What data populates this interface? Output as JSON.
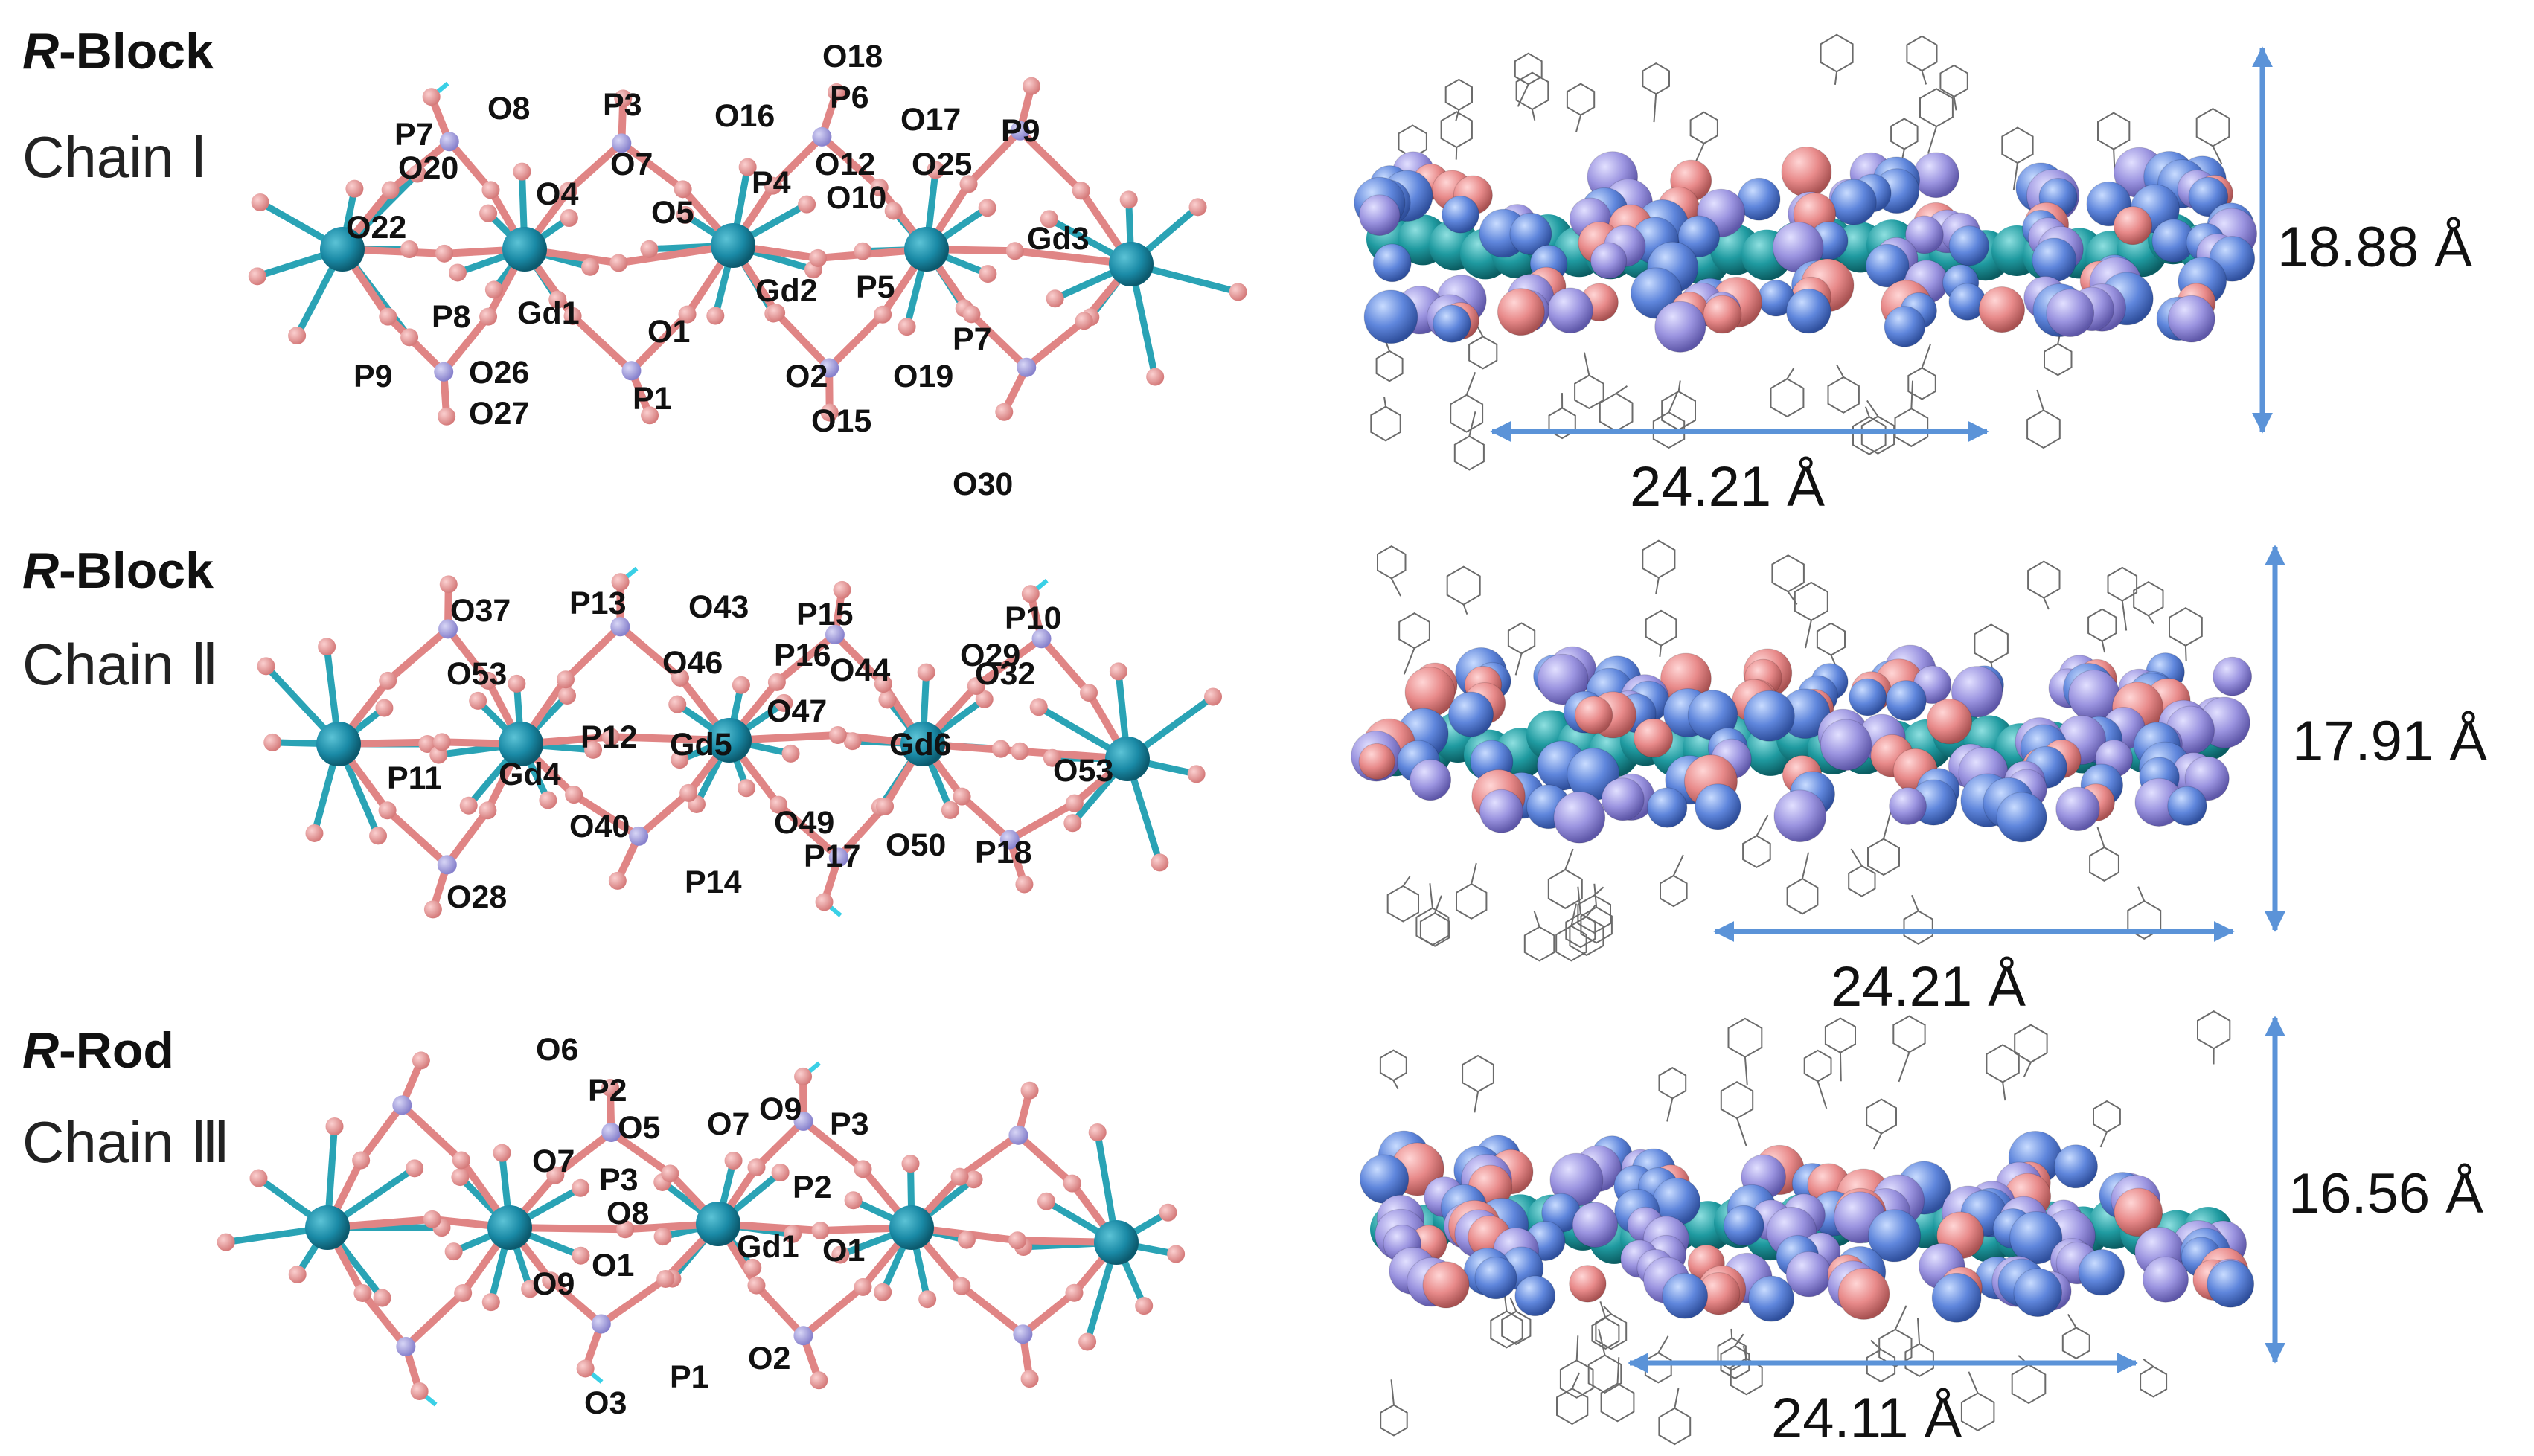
{
  "colors": {
    "gd": "#1a8aa6",
    "oxygen": "#e89a9a",
    "phosphorus": "#a7a3de",
    "hydrogen": "#3ad0e6",
    "bond_o": "#e08585",
    "sphere_pink": "#e88a8a",
    "sphere_violet": "#9b94e0",
    "sphere_blue": "#5f86dc",
    "sphere_teal": "#1f9aa0",
    "arrow": "#5b93d8",
    "wire": "#6b6b6b"
  },
  "panels": [
    {
      "title_prefix": "R",
      "title_suffix": "-Block",
      "subtitle": "Chain Ⅰ",
      "width_label": "24.21 Å",
      "height_label": "18.88 Å",
      "labels": [
        "P7",
        "O8",
        "P3",
        "O16",
        "O18",
        "P6",
        "O17",
        "P9",
        "O20",
        "O7",
        "O12",
        "O25",
        "O4",
        "P4",
        "O10",
        "O22",
        "O5",
        "Gd3",
        "Gd1",
        "Gd2",
        "P8",
        "O1",
        "P5",
        "P7",
        "P9",
        "O26",
        "O2",
        "O19",
        "O27",
        "P1",
        "O15"
      ]
    },
    {
      "title_prefix": "R",
      "title_suffix": "-Block",
      "subtitle": "Chain Ⅱ",
      "width_label": "24.21 Å",
      "height_label": "17.91 Å",
      "labels": [
        "O30",
        "O37",
        "P13",
        "O43",
        "P15",
        "P10",
        "O29",
        "O46",
        "P16",
        "O53",
        "O44",
        "O32",
        "O47",
        "P12",
        "Gd5",
        "Gd6",
        "Gd4",
        "P11",
        "O53",
        "O40",
        "O49",
        "O50",
        "P18",
        "P17",
        "O28",
        "P14"
      ]
    },
    {
      "title_prefix": "R",
      "title_suffix": "-Rod",
      "subtitle": "Chain Ⅲ",
      "width_label": "24.11 Å",
      "height_label": "16.56 Å",
      "labels": [
        "O6",
        "O9",
        "P2",
        "O7",
        "P3",
        "O5",
        "O7",
        "P2",
        "P3",
        "O8",
        "Gd1",
        "O1",
        "O9",
        "O1",
        "O2",
        "P1",
        "O3"
      ]
    }
  ]
}
